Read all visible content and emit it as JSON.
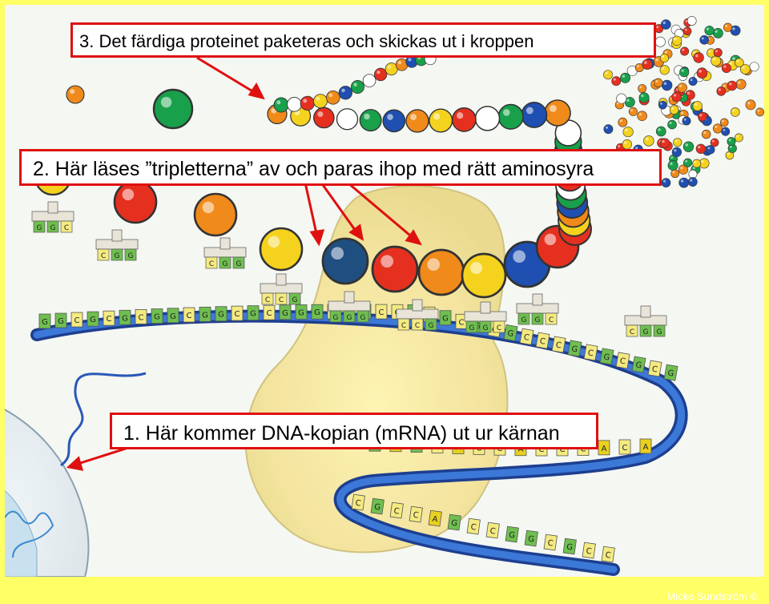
{
  "labels": {
    "step3": "3. Det färdiga proteinet paketeras och skickas ut i kroppen",
    "step2": "2. Här läses ”tripletterna” av och paras ihop med rätt aminosyra",
    "step1": "1. Här kommer DNA-kopian (mRNA) ut ur kärnan"
  },
  "credit": "Micke Sundström ©",
  "colors": {
    "frame": "#ffff66",
    "label_border": "#e01010",
    "arrow": "#e01010",
    "mrna_strand": "#2a58b8",
    "ribosome": "#f3e39a",
    "bead_palette": [
      "#e53020",
      "#f4d21e",
      "#f08a1a",
      "#1f4fb0",
      "#18a04a",
      "#ffffff"
    ]
  },
  "mrna_bases_top": [
    "G",
    "G",
    "C",
    "G",
    "C",
    "G",
    "C",
    "G",
    "G",
    "C",
    "G",
    "G",
    "C",
    "G",
    "C",
    "G",
    "G",
    "G",
    "C",
    "G",
    "G",
    "C",
    "C",
    "G",
    "C",
    "G",
    "C",
    "G",
    "C",
    "G",
    "C",
    "C",
    "C",
    "G",
    "C",
    "G",
    "C",
    "G",
    "C",
    "G"
  ],
  "mrna_bases_bottom": [
    "A",
    "C",
    "A",
    "C",
    "C",
    "C",
    "A",
    "C",
    "C",
    "A",
    "C",
    "G",
    "A",
    "G",
    "C",
    "G",
    "C",
    "C",
    "A",
    "G",
    "C",
    "C",
    "G",
    "G",
    "C",
    "G",
    "C",
    "C"
  ],
  "trna_anticodons": [
    "GGC",
    "CGG",
    "CGG",
    "CCG",
    "GGG",
    "CCG",
    "GGC",
    "GGC",
    "CGG"
  ]
}
